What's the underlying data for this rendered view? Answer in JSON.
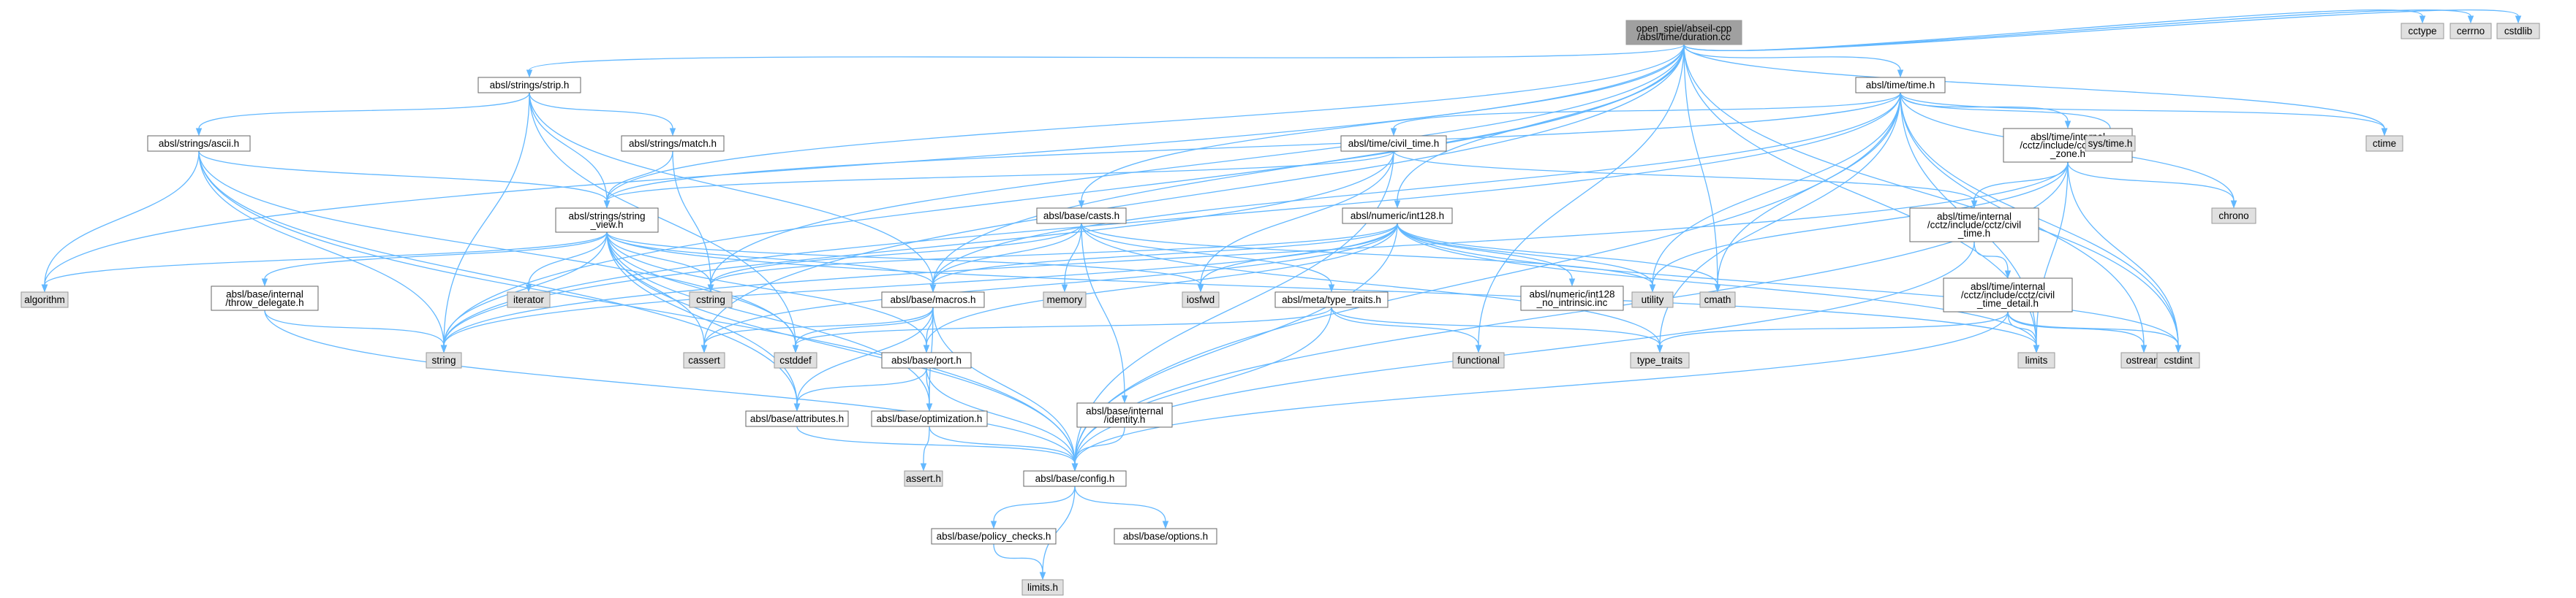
{
  "diagram": {
    "nodes": [
      {
        "id": "root",
        "lines": [
          "open_spiel/abseil-cpp",
          "/absl/time/duration.cc"
        ],
        "kind": "root"
      },
      {
        "id": "strip",
        "lines": [
          "absl/strings/strip.h"
        ],
        "kind": "file"
      },
      {
        "id": "time",
        "lines": [
          "absl/time/time.h"
        ],
        "kind": "file"
      },
      {
        "id": "ascii",
        "lines": [
          "absl/strings/ascii.h"
        ],
        "kind": "file"
      },
      {
        "id": "match",
        "lines": [
          "absl/strings/match.h"
        ],
        "kind": "file"
      },
      {
        "id": "civil_time",
        "lines": [
          "absl/time/civil_time.h"
        ],
        "kind": "file"
      },
      {
        "id": "tz",
        "lines": [
          "absl/time/internal",
          "/cctz/include/cctz/time",
          "_zone.h"
        ],
        "kind": "file"
      },
      {
        "id": "string_view",
        "lines": [
          "absl/strings/string",
          "_view.h"
        ],
        "kind": "file"
      },
      {
        "id": "casts",
        "lines": [
          "absl/base/casts.h"
        ],
        "kind": "file"
      },
      {
        "id": "int128",
        "lines": [
          "absl/numeric/int128.h"
        ],
        "kind": "file"
      },
      {
        "id": "cctz_civil",
        "lines": [
          "absl/time/internal",
          "/cctz/include/cctz/civil",
          "_time.h"
        ],
        "kind": "file"
      },
      {
        "id": "throw_delegate",
        "lines": [
          "absl/base/internal",
          "/throw_delegate.h"
        ],
        "kind": "file"
      },
      {
        "id": "macros",
        "lines": [
          "absl/base/macros.h"
        ],
        "kind": "file"
      },
      {
        "id": "type_traits_h",
        "lines": [
          "absl/meta/type_traits.h"
        ],
        "kind": "file"
      },
      {
        "id": "no_intrinsic",
        "lines": [
          "absl/numeric/int128",
          "_no_intrinsic.inc"
        ],
        "kind": "file"
      },
      {
        "id": "civil_detail",
        "lines": [
          "absl/time/internal",
          "/cctz/include/cctz/civil",
          "_time_detail.h"
        ],
        "kind": "file"
      },
      {
        "id": "port",
        "lines": [
          "absl/base/port.h"
        ],
        "kind": "file"
      },
      {
        "id": "identity",
        "lines": [
          "absl/base/internal",
          "/identity.h"
        ],
        "kind": "file"
      },
      {
        "id": "attributes",
        "lines": [
          "absl/base/attributes.h"
        ],
        "kind": "file"
      },
      {
        "id": "optimization",
        "lines": [
          "absl/base/optimization.h"
        ],
        "kind": "file"
      },
      {
        "id": "config",
        "lines": [
          "absl/base/config.h"
        ],
        "kind": "file"
      },
      {
        "id": "policy",
        "lines": [
          "absl/base/policy_checks.h"
        ],
        "kind": "file"
      },
      {
        "id": "options",
        "lines": [
          "absl/base/options.h"
        ],
        "kind": "file"
      },
      {
        "id": "cctype",
        "lines": [
          "cctype"
        ],
        "kind": "sys"
      },
      {
        "id": "cerrno",
        "lines": [
          "cerrno"
        ],
        "kind": "sys"
      },
      {
        "id": "cstdlib",
        "lines": [
          "cstdlib"
        ],
        "kind": "sys"
      },
      {
        "id": "ctime",
        "lines": [
          "ctime"
        ],
        "kind": "sys"
      },
      {
        "id": "systime",
        "lines": [
          "sys/time.h"
        ],
        "kind": "sys"
      },
      {
        "id": "chrono",
        "lines": [
          "chrono"
        ],
        "kind": "sys"
      },
      {
        "id": "algorithm",
        "lines": [
          "algorithm"
        ],
        "kind": "sys"
      },
      {
        "id": "iterator",
        "lines": [
          "iterator"
        ],
        "kind": "sys"
      },
      {
        "id": "cstring",
        "lines": [
          "cstring"
        ],
        "kind": "sys"
      },
      {
        "id": "memory",
        "lines": [
          "memory"
        ],
        "kind": "sys"
      },
      {
        "id": "iosfwd",
        "lines": [
          "iosfwd"
        ],
        "kind": "sys"
      },
      {
        "id": "utility",
        "lines": [
          "utility"
        ],
        "kind": "sys"
      },
      {
        "id": "cmath",
        "lines": [
          "cmath"
        ],
        "kind": "sys"
      },
      {
        "id": "string",
        "lines": [
          "string"
        ],
        "kind": "sys"
      },
      {
        "id": "cassert",
        "lines": [
          "cassert"
        ],
        "kind": "sys"
      },
      {
        "id": "cstddef",
        "lines": [
          "cstddef"
        ],
        "kind": "sys"
      },
      {
        "id": "functional",
        "lines": [
          "functional"
        ],
        "kind": "sys"
      },
      {
        "id": "type_traits",
        "lines": [
          "type_traits"
        ],
        "kind": "sys"
      },
      {
        "id": "limits",
        "lines": [
          "limits"
        ],
        "kind": "sys"
      },
      {
        "id": "ostream",
        "lines": [
          "ostream"
        ],
        "kind": "sys"
      },
      {
        "id": "cstdint",
        "lines": [
          "cstdint"
        ],
        "kind": "sys"
      },
      {
        "id": "assert_h",
        "lines": [
          "assert.h"
        ],
        "kind": "sys"
      },
      {
        "id": "limits_h",
        "lines": [
          "limits.h"
        ],
        "kind": "sys"
      }
    ],
    "edges": [
      [
        "root",
        "strip"
      ],
      [
        "root",
        "time"
      ],
      [
        "root",
        "cctype"
      ],
      [
        "root",
        "cerrno"
      ],
      [
        "root",
        "cstdlib"
      ],
      [
        "root",
        "ctime"
      ],
      [
        "root",
        "algorithm"
      ],
      [
        "root",
        "string_view"
      ],
      [
        "root",
        "cstring"
      ],
      [
        "root",
        "casts"
      ],
      [
        "root",
        "macros"
      ],
      [
        "root",
        "int128"
      ],
      [
        "root",
        "string"
      ],
      [
        "root",
        "cassert"
      ],
      [
        "root",
        "functional"
      ],
      [
        "root",
        "cmath"
      ],
      [
        "root",
        "limits"
      ],
      [
        "root",
        "cstdint"
      ],
      [
        "strip",
        "ascii"
      ],
      [
        "strip",
        "match"
      ],
      [
        "strip",
        "string_view"
      ],
      [
        "strip",
        "macros"
      ],
      [
        "strip",
        "cstddef"
      ],
      [
        "strip",
        "string"
      ],
      [
        "time",
        "civil_time"
      ],
      [
        "time",
        "tz"
      ],
      [
        "time",
        "systime"
      ],
      [
        "time",
        "ctime"
      ],
      [
        "time",
        "chrono"
      ],
      [
        "time",
        "cstdint"
      ],
      [
        "time",
        "limits"
      ],
      [
        "time",
        "ostream"
      ],
      [
        "time",
        "string"
      ],
      [
        "time",
        "type_traits"
      ],
      [
        "time",
        "utility"
      ],
      [
        "time",
        "cmath"
      ],
      [
        "time",
        "string_view"
      ],
      [
        "time",
        "macros"
      ],
      [
        "time",
        "config"
      ],
      [
        "ascii",
        "algorithm"
      ],
      [
        "ascii",
        "string"
      ],
      [
        "ascii",
        "string_view"
      ],
      [
        "ascii",
        "attributes"
      ],
      [
        "ascii",
        "config"
      ],
      [
        "ascii",
        "cstddef"
      ],
      [
        "match",
        "cstring"
      ],
      [
        "match",
        "string_view"
      ],
      [
        "civil_time",
        "cctz_civil"
      ],
      [
        "civil_time",
        "iosfwd"
      ],
      [
        "civil_time",
        "string"
      ],
      [
        "civil_time",
        "string_view"
      ],
      [
        "civil_time",
        "config"
      ],
      [
        "tz",
        "chrono"
      ],
      [
        "tz",
        "cstdint"
      ],
      [
        "tz",
        "limits"
      ],
      [
        "tz",
        "string"
      ],
      [
        "tz",
        "utility"
      ],
      [
        "tz",
        "cctz_civil"
      ],
      [
        "tz",
        "config"
      ],
      [
        "string_view",
        "algorithm"
      ],
      [
        "string_view",
        "iterator"
      ],
      [
        "string_view",
        "cstring"
      ],
      [
        "string_view",
        "iosfwd"
      ],
      [
        "string_view",
        "string"
      ],
      [
        "string_view",
        "cstddef"
      ],
      [
        "string_view",
        "cassert"
      ],
      [
        "string_view",
        "limits"
      ],
      [
        "string_view",
        "throw_delegate"
      ],
      [
        "string_view",
        "macros"
      ],
      [
        "string_view",
        "port"
      ],
      [
        "string_view",
        "attributes"
      ],
      [
        "string_view",
        "optimization"
      ],
      [
        "string_view",
        "config"
      ],
      [
        "casts",
        "cstring"
      ],
      [
        "casts",
        "memory"
      ],
      [
        "casts",
        "type_traits"
      ],
      [
        "casts",
        "utility"
      ],
      [
        "casts",
        "identity"
      ],
      [
        "casts",
        "macros"
      ],
      [
        "casts",
        "type_traits_h"
      ],
      [
        "int128",
        "cassert"
      ],
      [
        "int128",
        "cmath"
      ],
      [
        "int128",
        "cstdint"
      ],
      [
        "int128",
        "cstring"
      ],
      [
        "int128",
        "iosfwd"
      ],
      [
        "int128",
        "limits"
      ],
      [
        "int128",
        "string"
      ],
      [
        "int128",
        "utility"
      ],
      [
        "int128",
        "no_intrinsic"
      ],
      [
        "int128",
        "macros"
      ],
      [
        "int128",
        "port"
      ],
      [
        "int128",
        "config"
      ],
      [
        "cctz_civil",
        "civil_detail"
      ],
      [
        "cctz_civil",
        "config"
      ],
      [
        "throw_delegate",
        "string"
      ],
      [
        "throw_delegate",
        "config"
      ],
      [
        "macros",
        "cassert"
      ],
      [
        "macros",
        "cstddef"
      ],
      [
        "macros",
        "attributes"
      ],
      [
        "macros",
        "config"
      ],
      [
        "macros",
        "optimization"
      ],
      [
        "macros",
        "port"
      ],
      [
        "type_traits_h",
        "cstddef"
      ],
      [
        "type_traits_h",
        "functional"
      ],
      [
        "type_traits_h",
        "type_traits"
      ],
      [
        "type_traits_h",
        "config"
      ],
      [
        "civil_detail",
        "cstdint"
      ],
      [
        "civil_detail",
        "limits"
      ],
      [
        "civil_detail",
        "ostream"
      ],
      [
        "civil_detail",
        "type_traits"
      ],
      [
        "civil_detail",
        "config"
      ],
      [
        "port",
        "attributes"
      ],
      [
        "port",
        "config"
      ],
      [
        "port",
        "optimization"
      ],
      [
        "identity",
        "config"
      ],
      [
        "attributes",
        "config"
      ],
      [
        "optimization",
        "assert_h"
      ],
      [
        "optimization",
        "config"
      ],
      [
        "config",
        "limits_h"
      ],
      [
        "config",
        "options"
      ],
      [
        "config",
        "policy"
      ],
      [
        "policy",
        "limits_h"
      ]
    ]
  }
}
